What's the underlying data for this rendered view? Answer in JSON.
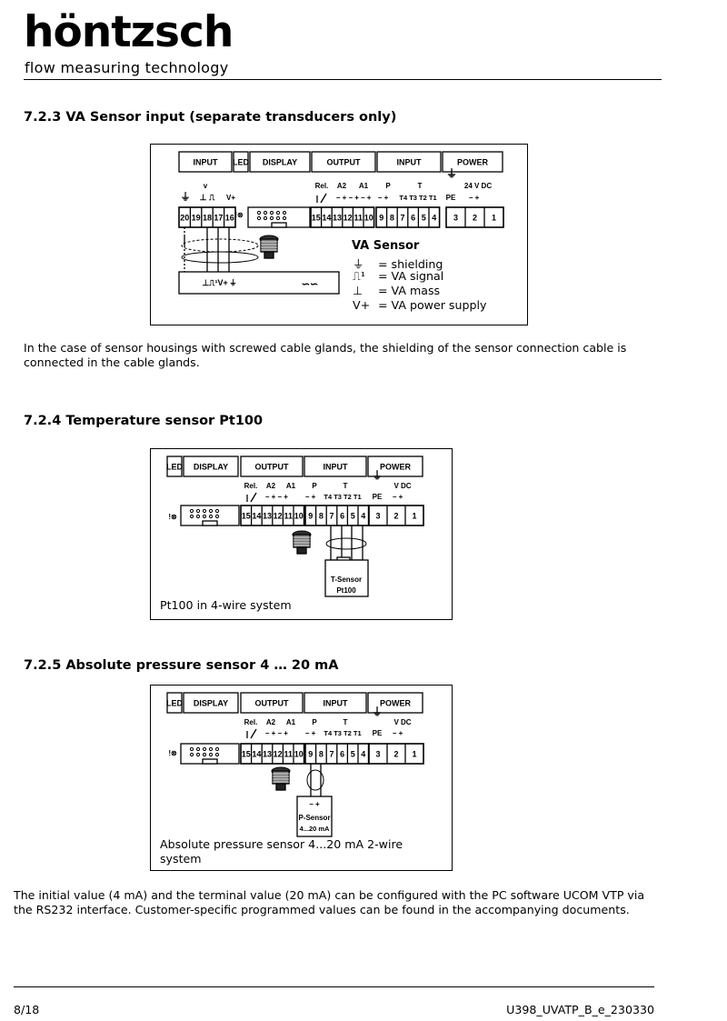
{
  "header": {
    "logo_word": "höntzsch",
    "tagline": "flow measuring technology"
  },
  "sections": [
    {
      "heading": "7.2.3  VA Sensor input (separate transducers only)",
      "legend_title": "VA Sensor",
      "legend": [
        {
          "symbol": "shielding-icon",
          "text": "= shielding"
        },
        {
          "symbol": "signal-pulse-icon",
          "text": "= VA signal"
        },
        {
          "symbol": "ground-icon",
          "text": "= VA mass"
        },
        {
          "symbol_text": "V+",
          "text": "= VA power supply"
        }
      ],
      "paragraph": "In the case of sensor housings with screwed cable glands, the shielding of the sensor connection cable is connected in the cable glands."
    },
    {
      "heading": "7.2.4  Temperature sensor Pt100",
      "caption": "Pt100 in 4-wire system"
    },
    {
      "heading": "7.2.5  Absolute pressure sensor 4 … 20 mA",
      "caption": "Absolute pressure sensor 4...20 mA 2-wire system",
      "paragraph": "The initial value (4 mA) and the terminal value (20 mA) can be configured with the PC software UCOM VTP via the RS232 interface. Customer-specific programmed values can be found in the accompanying documents."
    }
  ],
  "diagram_labels": {
    "input": "INPUT",
    "led": "LED",
    "display": "DISPLAY",
    "output": "OUTPUT",
    "power": "POWER",
    "v": "v",
    "vplus": "V+",
    "rel": "Rel.",
    "a2": "A2",
    "a1": "A1",
    "p": "P",
    "t": "T",
    "t_channels": "T4 T3 T2 T1",
    "pe": "PE",
    "vdc24": "24 V DC",
    "vdc": "V DC",
    "pm_minus_plus": "– +",
    "t_sensor": "T-Sensor",
    "pt100": "Pt100",
    "p_sensor": "P-Sensor",
    "p_range": "4...20 mA"
  },
  "terminals_left": [
    "20",
    "19",
    "18",
    "17",
    "16"
  ],
  "terminals_output": [
    "15",
    "14",
    "13",
    "12",
    "11",
    "10"
  ],
  "terminals_input": [
    "9",
    "8",
    "7",
    "6",
    "5",
    "4"
  ],
  "terminals_power": [
    "3",
    "2",
    "1"
  ],
  "footer": {
    "page": "8/18",
    "doc_id": "U398_UVATP_B_e_230330"
  }
}
